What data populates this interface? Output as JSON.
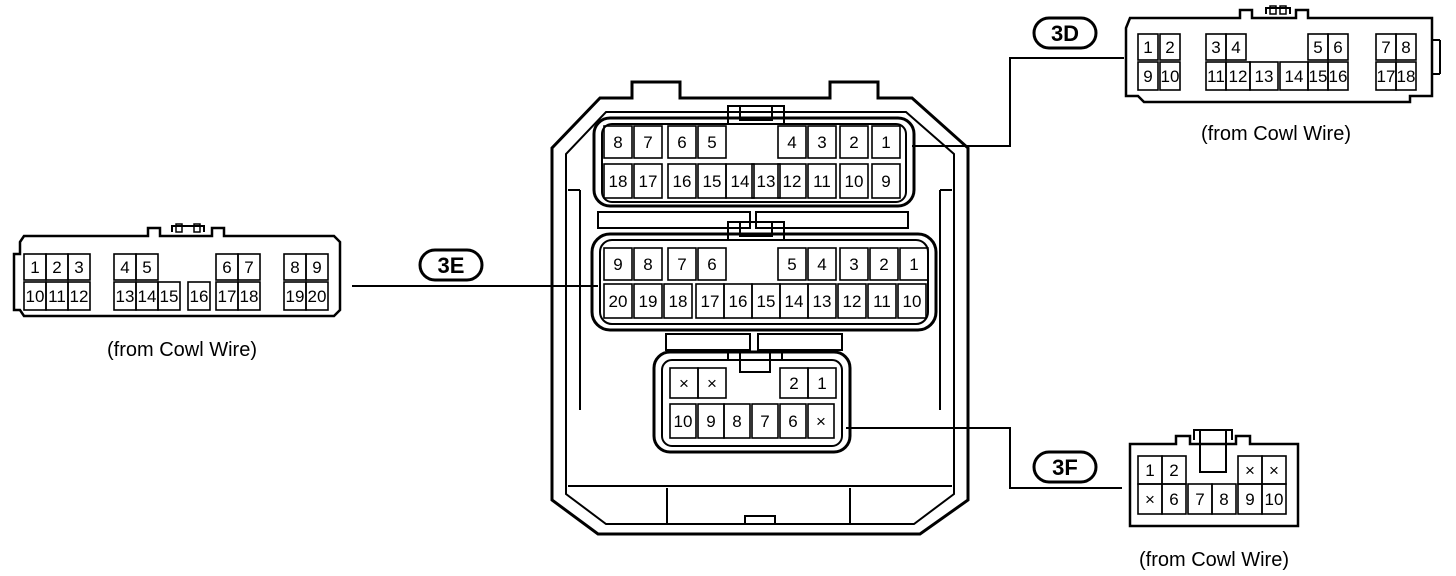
{
  "connectors": {
    "c3D": {
      "tag": "3D",
      "caption": "(from Cowl Wire)",
      "top_pins": [
        "1",
        "2",
        "3",
        "4",
        "5",
        "6",
        "7",
        "8"
      ],
      "bottom_pins": [
        "9",
        "10",
        "11",
        "12",
        "13",
        "14",
        "15",
        "16",
        "17",
        "18"
      ]
    },
    "c3E": {
      "tag": "3E",
      "caption": "(from Cowl Wire)",
      "top_pins": [
        "1",
        "2",
        "3",
        "4",
        "5",
        "6",
        "7",
        "8",
        "9"
      ],
      "bottom_pins": [
        "10",
        "11",
        "12",
        "13",
        "14",
        "15",
        "16",
        "17",
        "18",
        "19",
        "20"
      ]
    },
    "c3F": {
      "tag": "3F",
      "caption": "(from Cowl Wire)",
      "top_pins": [
        "1",
        "2",
        "×",
        "×"
      ],
      "bottom_pins": [
        "×",
        "6",
        "7",
        "8",
        "9",
        "10"
      ]
    }
  },
  "junction_block": {
    "row_3D_top": [
      "8",
      "7",
      "6",
      "5",
      "4",
      "3",
      "2",
      "1"
    ],
    "row_3D_bottom": [
      "18",
      "17",
      "16",
      "15",
      "14",
      "13",
      "12",
      "11",
      "10",
      "9"
    ],
    "row_3E_top": [
      "9",
      "8",
      "7",
      "6",
      "5",
      "4",
      "3",
      "2",
      "1"
    ],
    "row_3E_bottom": [
      "20",
      "19",
      "18",
      "17",
      "16",
      "15",
      "14",
      "13",
      "12",
      "11",
      "10"
    ],
    "row_3F_top": [
      "×",
      "×",
      "2",
      "1"
    ],
    "row_3F_bottom": [
      "10",
      "9",
      "8",
      "7",
      "6",
      "×"
    ]
  }
}
